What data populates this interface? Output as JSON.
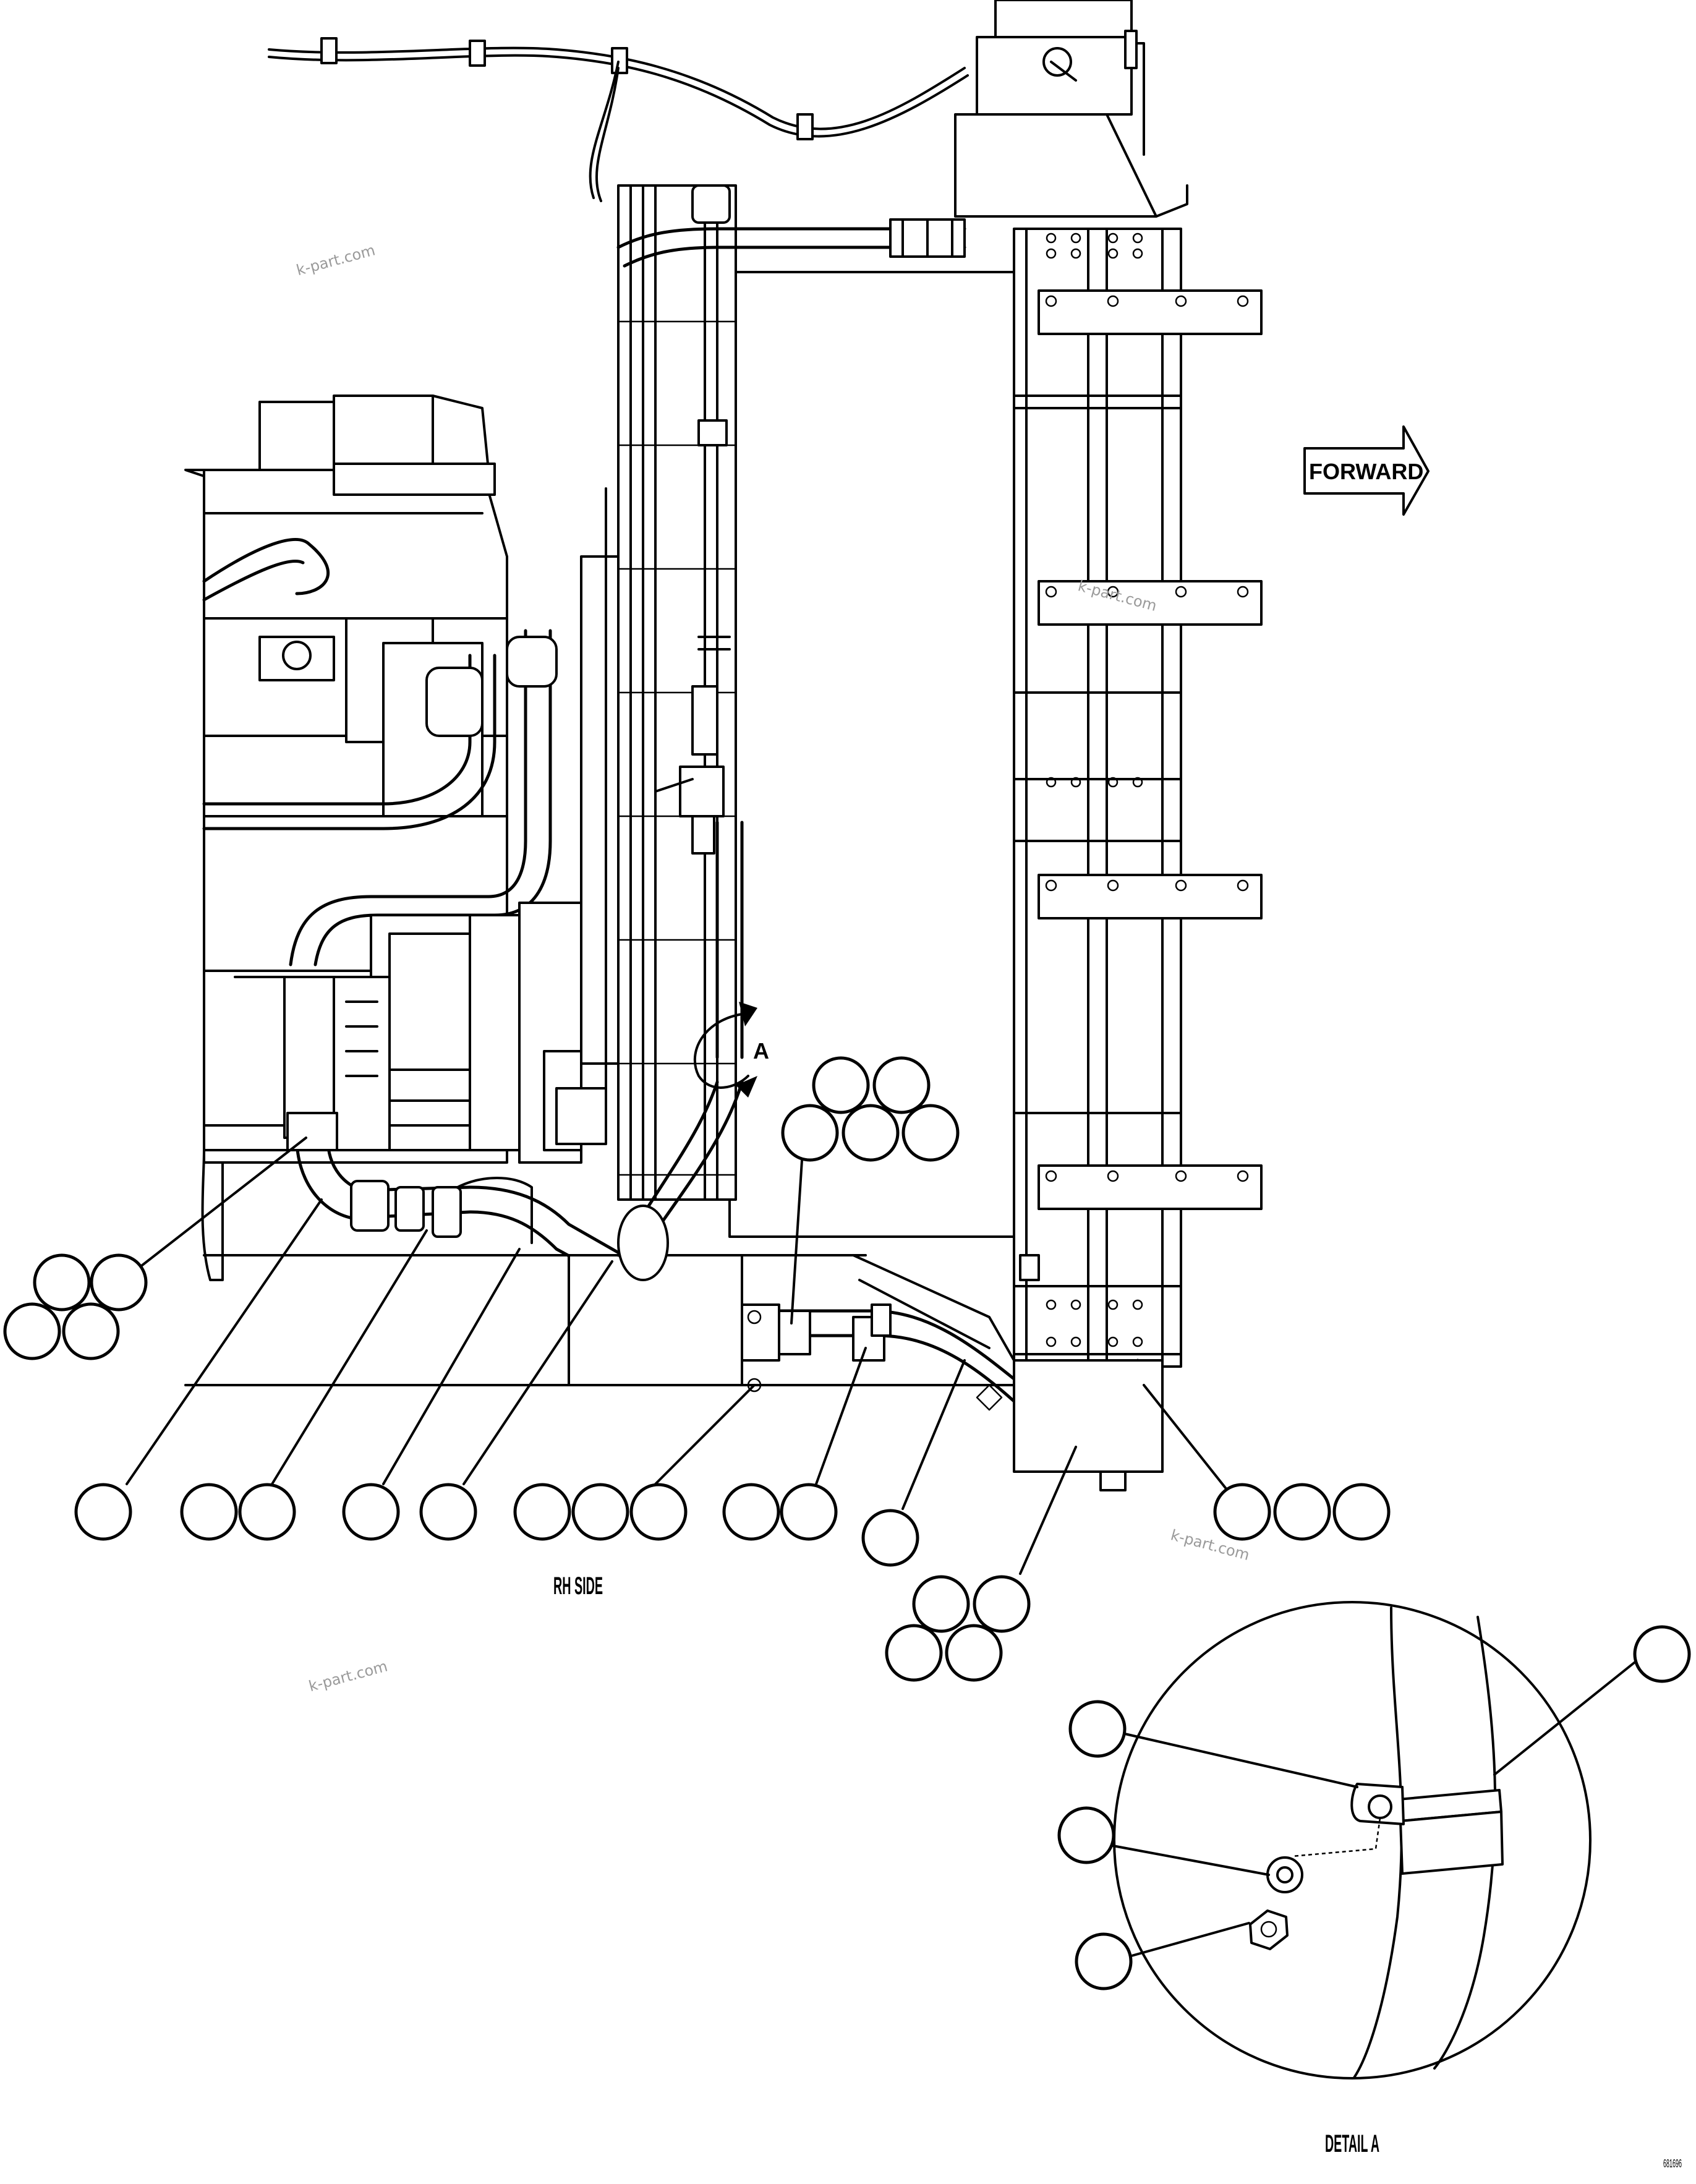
{
  "labels": {
    "forward": "FORWARD",
    "detail_marker": "A",
    "view_title": "RH SIDE",
    "detail_title": "DETAIL A",
    "sheet_code": "681696"
  },
  "watermark": "k-part.com",
  "callout_clusters": [
    {
      "id": "radiator-clamp-group",
      "count": 5
    },
    {
      "id": "left-hose-clamp-group",
      "count": 4
    },
    {
      "id": "bottom-row-1",
      "count": 1
    },
    {
      "id": "bottom-row-2",
      "count": 2
    },
    {
      "id": "bottom-row-3",
      "count": 1
    },
    {
      "id": "bottom-row-4",
      "count": 1
    },
    {
      "id": "bottom-row-5",
      "count": 3
    },
    {
      "id": "bottom-row-6",
      "count": 2
    },
    {
      "id": "bottom-row-7",
      "count": 1
    },
    {
      "id": "bottom-row-8",
      "count": 3
    },
    {
      "id": "lower-hose-clamp-group",
      "count": 4
    },
    {
      "id": "detail-a-hose",
      "count": 1
    },
    {
      "id": "detail-a-clip",
      "count": 1
    },
    {
      "id": "detail-a-washer",
      "count": 1
    },
    {
      "id": "detail-a-nut",
      "count": 1
    }
  ],
  "colors": {
    "line": "#000000",
    "background": "#ffffff",
    "watermark": "#9a9a9a"
  }
}
